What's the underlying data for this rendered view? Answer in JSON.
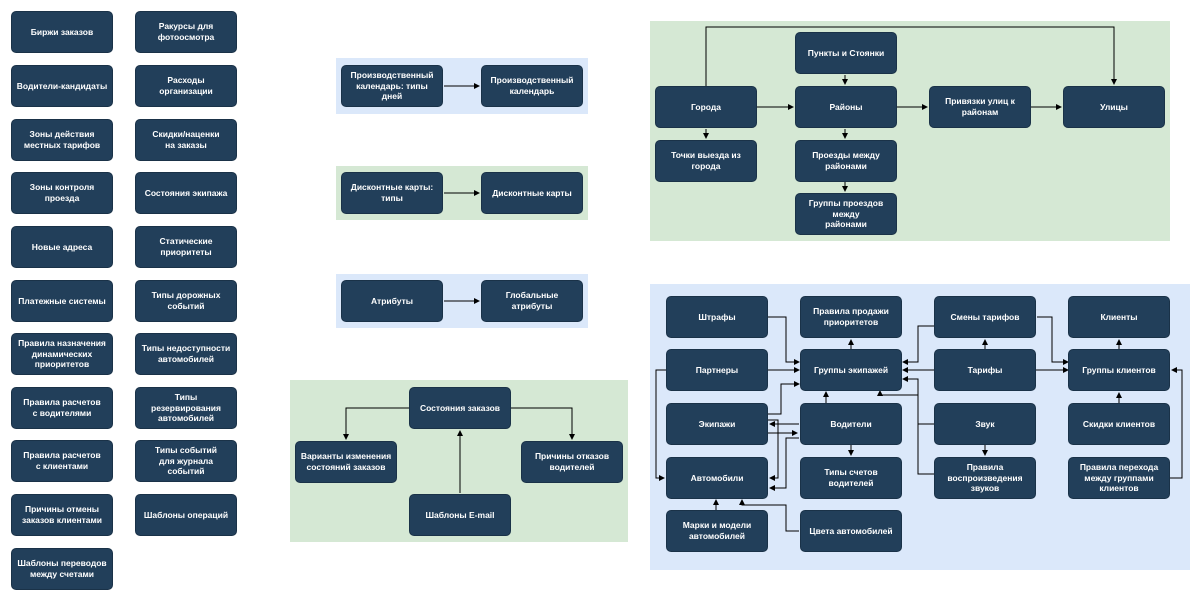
{
  "colors": {
    "node_fill": "#223f5a",
    "region_blue": "#dbe8fa",
    "region_green": "#d5e8d4",
    "edge": "#000000"
  },
  "sidebar": {
    "col1": [
      "Биржи заказов",
      "Водители-кандидаты",
      "Зоны действия\nместных тарифов",
      "Зоны контроля проезда",
      "Новые адреса",
      "Платежные системы",
      "Правила назначения\nдинамических\nприоритетов",
      "Правила расчетов\nс водителями",
      "Правила расчетов\nс клиентами",
      "Причины отмены\nзаказов клиентами",
      "Шаблоны переводов\nмежду счетами"
    ],
    "col2": [
      "Ракурсы для\nфотоосмотра",
      "Расходы организации",
      "Скидки/наценки\nна заказы",
      "Состояния экипажа",
      "Статические\nприоритеты",
      "Типы дорожных\nсобытий",
      "Типы недоступности\nавтомобилей",
      "Типы резервирования\nавтомобилей",
      "Типы событий\nдля журнала\nсобытий",
      "Шаблоны операций"
    ]
  },
  "calendar": {
    "types": "Производственный\nкалендарь: типы дней",
    "calendar": "Производственный\nкалендарь"
  },
  "discount": {
    "types": "Дисконтные карты:\nтипы",
    "cards": "Дисконтные карты"
  },
  "attributes": {
    "attributes": "Атрибуты",
    "global": "Глобальные атрибуты"
  },
  "order_states": {
    "states": "Состояния заказов",
    "variants": "Варианты изменения\nсостояний заказов",
    "refusals": "Причины отказов\nводителей",
    "email": "Шаблоны E-mail"
  },
  "geo": {
    "points": "Пункты и Стоянки",
    "cities": "Города",
    "districts": "Районы",
    "bindings": "Привязки улиц к\nрайонам",
    "streets": "Улицы",
    "exit_points": "Точки выезда из города",
    "passes": "Проезды между\nрайонами",
    "pass_groups": "Группы проездов между\nрайонами"
  },
  "fleet": {
    "fines": "Штрафы",
    "priority_rules": "Правила продажи\nприоритетов",
    "tariff_changes": "Смены тарифов",
    "clients": "Клиенты",
    "partners": "Партнеры",
    "crew_groups": "Группы экипажей",
    "tariffs": "Тарифы",
    "client_groups": "Группы клиентов",
    "crews": "Экипажи",
    "drivers": "Водители",
    "sound": "Звук",
    "client_discounts": "Скидки клиентов",
    "cars": "Автомобили",
    "driver_accounts": "Типы счетов водителей",
    "sound_rules": "Правила\nвоспроизведения\nзвуков",
    "group_transition": "Правила перехода\nмежду группами\nклиентов",
    "brands": "Марки и модели\nавтомобилей",
    "car_colors": "Цвета автомобилей"
  }
}
